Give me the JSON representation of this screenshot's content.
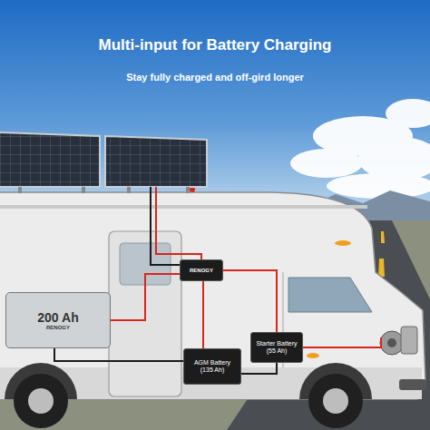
{
  "diagram": {
    "title": "Multi-input for Battery Charging",
    "nodes": [
      {
        "text": [
          "RENOGY"
        ]
      },
      {
        "text": [
          "200 Ah",
          "RENOGY"
        ]
      },
      {
        "text": [
          "Starter Battery (55 Ah)"
        ]
      },
      {
        "text": [
          "AGM Battery (135 Ah)"
        ]
      }
    ],
    "edges": [
      {
        "from": 0,
        "to": 1,
        "arrow": "none"
      },
      {
        "from": 0,
        "to": 3,
        "arrow": "none"
      },
      {
        "from": 0,
        "to": 2,
        "arrow": "none"
      }
    ],
    "labels": [
      "Stay fully charged and off-gird longer"
    ]
  }
}
